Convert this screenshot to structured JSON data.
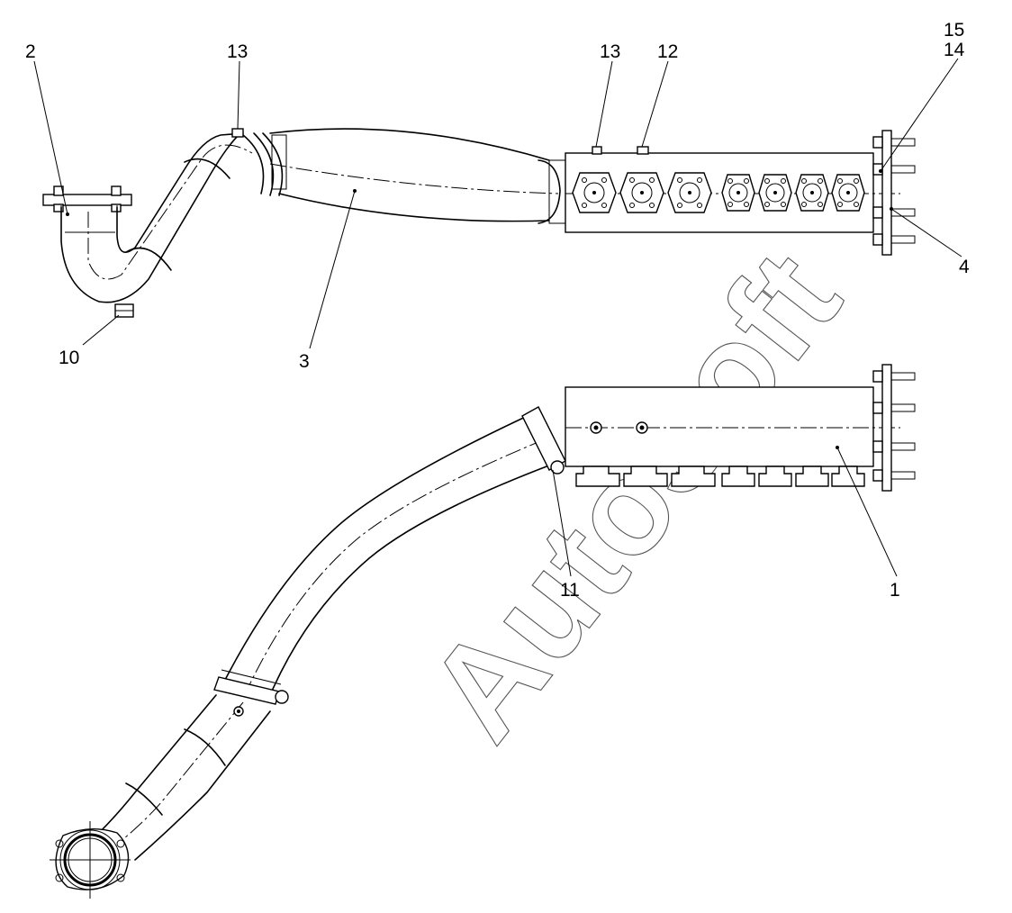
{
  "watermark": "AutoSoft",
  "callouts": [
    "2",
    "13",
    "13",
    "12",
    "15",
    "14",
    "4",
    "10",
    "3",
    "11",
    "1"
  ]
}
